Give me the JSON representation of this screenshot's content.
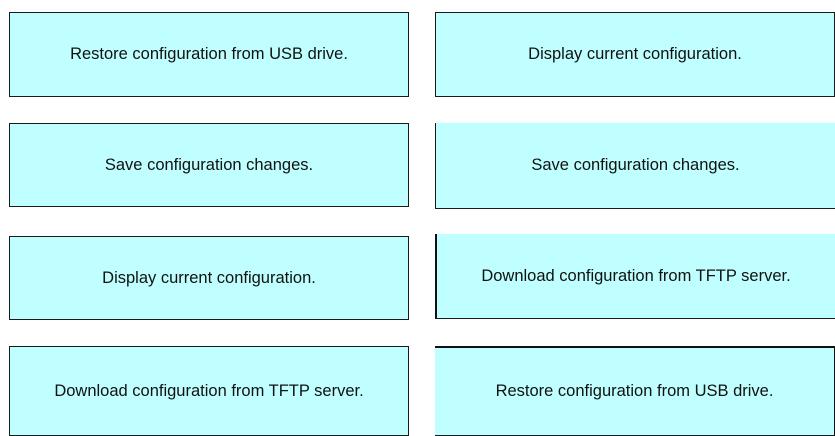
{
  "left_column": {
    "items": [
      {
        "label": "Restore configuration from USB drive."
      },
      {
        "label": "Save configuration changes."
      },
      {
        "label": "Display current configuration."
      },
      {
        "label": "Download configuration from TFTP server."
      }
    ]
  },
  "right_column": {
    "items": [
      {
        "label": "Display current configuration."
      },
      {
        "label": "Save configuration changes."
      },
      {
        "label": "Download configuration from TFTP server."
      },
      {
        "label": "Restore configuration from USB drive."
      }
    ]
  },
  "colors": {
    "box_fill": "#bfffff",
    "box_border": "#1a1a1a",
    "text": "#111111",
    "background": "#ffffff"
  }
}
